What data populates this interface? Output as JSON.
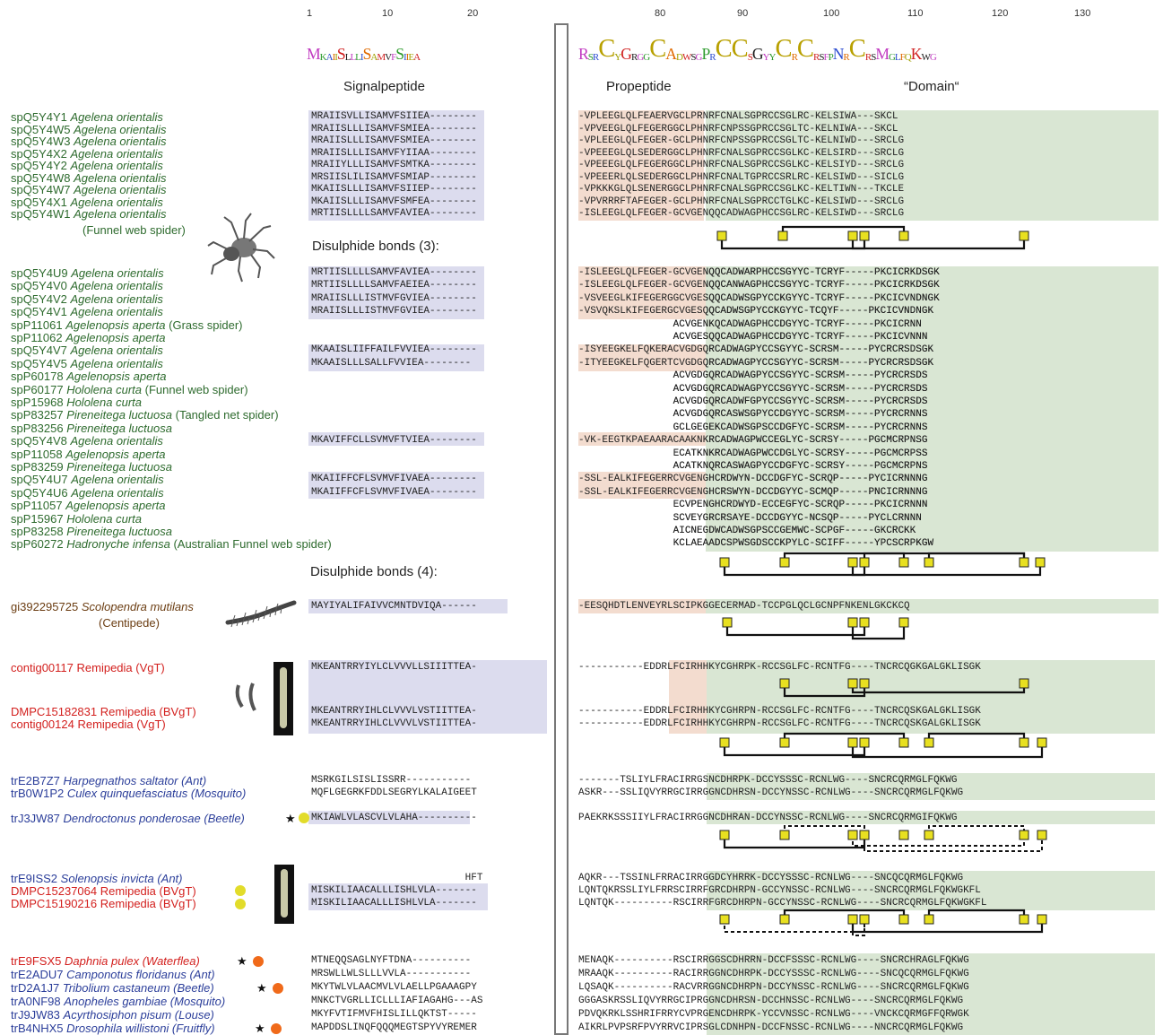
{
  "ruler_left": [
    "1",
    "10",
    "20"
  ],
  "ruler_right": [
    "80",
    "90",
    "100",
    "110",
    "120",
    "130"
  ],
  "headers": {
    "signal": "Signalpeptide",
    "pro": "Propeptide",
    "domain": "“Domain“"
  },
  "notes": {
    "bonds3": "Disulphide bonds (3):",
    "bonds4": "Disulphide bonds (4):"
  },
  "logo_left": "MKAIISLLLISAMVFSIIEA",
  "logo_right": "RSRCYGRGGCADWSGPRCCSGYYCRCRSFPNRCRSMGLFQKWG",
  "groups": {
    "g1_labels": [
      {
        "id": "spQ5Y4Y1",
        "sp": "Agelena orientalis",
        "c": "green"
      },
      {
        "id": "spQ5Y4W5",
        "sp": "Agelena orientalis",
        "c": "green"
      },
      {
        "id": "spQ5Y4W3",
        "sp": "Agelena orientalis",
        "c": "green"
      },
      {
        "id": "spQ5Y4X2",
        "sp": "Agelena orientalis",
        "c": "green"
      },
      {
        "id": "spQ5Y4Y2",
        "sp": "Agelena orientalis",
        "c": "green"
      },
      {
        "id": "spQ5Y4W8",
        "sp": "Agelena orientalis",
        "c": "green"
      },
      {
        "id": "spQ5Y4W7",
        "sp": "Agelena orientalis",
        "c": "green"
      },
      {
        "id": "spQ5Y4X1",
        "sp": "Agelena orientalis",
        "c": "green"
      },
      {
        "id": "spQ5Y4W1",
        "sp": "Agelena orientalis",
        "c": "green"
      }
    ],
    "g1_common": "(Funnel web spider)",
    "g1_left": [
      "MRAIISVLLISAMVFSIIEA--------",
      "MRAIISLLLISAMVFSMIEA--------",
      "MRAIISLLLISAMVFSMIEA--------",
      "MRAIISLLLISAMVFYIIAA--------",
      "MRAIIYLLLISAMVFSMTKA--------",
      "MRSIISLILISAMVFSMIAP--------",
      "MKAIISLLLISAMVFSIIEP--------",
      "MKAIISLLLISAMVFSMFEA--------",
      "MRTIISLLLLSAMVFAVIEA--------"
    ],
    "g1_right": [
      "-VPLEEGLQLFEAERVGCLPRNRFCNALSGPRCCSGLRC-KELSIWA---SKCL",
      "-VPVEEGLQLFEGERGGCLPHNRFCNPSSGPRCCSGLTC-KELNIWA---SKCL",
      "-VPLEEGLQLFEGER-GCLPHNRFCNPSSGPRCCSGLTC-KELNIWD---SRCLG",
      "-VPEEEGLQLSEDERGGCLPHNRFCNALSGPRCCSGLKC-KELSIRD---SRCLG",
      "-VPEEEGLQLFEGERGGCLPHNRFCNALSGPRCCSGLKC-KELSIYD---SRCLG",
      "-VPEEERLQLSEDERGGCLPHNRFCNALTGPRCCSRLRC-KELSIWD---SICLG",
      "-VPKKKGLQLSENERGGCLPHNRFCNALSGPRCCSGLKC-KELTIWN---TKCLE",
      "-VPVRRRFTAFEGER-GCLPHNRFCNALSGPRCCTGLKC-KELSIWD---SRCLG",
      "-ISLEEGLQLFEGER-GCVGENQQCADWAGPHCCSGLRC-KELSIWD---SRCLG"
    ],
    "g2_labels": [
      {
        "id": "spQ5Y4U9",
        "sp": "Agelena orientalis",
        "c": "green"
      },
      {
        "id": "spQ5Y4V0",
        "sp": "Agelena orientalis",
        "c": "green"
      },
      {
        "id": "spQ5Y4V2",
        "sp": "Agelena orientalis",
        "c": "green"
      },
      {
        "id": "spQ5Y4V1",
        "sp": "Agelena orientalis",
        "c": "green"
      },
      {
        "id": "spP11061",
        "sp": "Agelenopsis aperta",
        "extra": "(Grass spider)",
        "c": "green"
      },
      {
        "id": "spP11062",
        "sp": "Agelenopsis aperta",
        "c": "green"
      },
      {
        "id": "spQ5Y4V7",
        "sp": "Agelena orientalis",
        "c": "green"
      },
      {
        "id": "spQ5Y4V5",
        "sp": "Agelena orientalis",
        "c": "green"
      },
      {
        "id": "spP60178",
        "sp": "Agelenopsis aperta",
        "c": "green"
      },
      {
        "id": "spP60177",
        "sp": "Hololena curta",
        "extra": "(Funnel web spider)",
        "c": "green"
      },
      {
        "id": "spP15968",
        "sp": "Hololena curta",
        "c": "green"
      },
      {
        "id": "spP83257",
        "sp": "Pireneitega luctuosa",
        "extra": "(Tangled net spider)",
        "c": "green"
      },
      {
        "id": "spP83256",
        "sp": "Pireneitega luctuosa",
        "c": "green"
      },
      {
        "id": "spQ5Y4V8",
        "sp": "Agelena orientalis",
        "c": "green"
      },
      {
        "id": "spP11058",
        "sp": "Agelenopsis aperta",
        "c": "green"
      },
      {
        "id": "spP83259",
        "sp": "Pireneitega luctuosa",
        "c": "green"
      },
      {
        "id": "spQ5Y4U7",
        "sp": "Agelena orientalis",
        "c": "green"
      },
      {
        "id": "spQ5Y4U6",
        "sp": "Agelena orientalis",
        "c": "green"
      },
      {
        "id": "spP11057",
        "sp": "Agelenopsis aperta",
        "c": "green"
      },
      {
        "id": "spP15967",
        "sp": "Hololena curta",
        "c": "green"
      },
      {
        "id": "spP83258",
        "sp": "Pireneitega luctuosa",
        "c": "green"
      },
      {
        "id": "spP60272",
        "sp": "Hadronyche infensa",
        "extra": "(Australian Funnel web spider)",
        "c": "green"
      }
    ],
    "g2_left": [
      "MRTIISLLLLSAMVFAVIEA--------",
      "MRTIISLLLLSAMVFAEIEA--------",
      "MRAIISLLLISTMVFGVIEA--------",
      "MRAIISLLLISTMVFGVIEA--------",
      "",
      "",
      "MKAAISLIIFFAILFVVIEA--------",
      "MKAAISLLLSALLFVVIEA--------",
      "",
      "",
      "",
      "",
      "",
      "MKAVIFFCLLSVMVFTVIEA--------",
      "",
      "",
      "MKAIIFFCFLSVMVFIVAEA--------",
      "MKAIIFFCFLSVMVFIVAEA--------",
      "",
      "",
      "",
      ""
    ],
    "g2_right": [
      "-ISLEEGLQLFEGER-GCVGENQQCADWARPHCCSGYYC-TCRYF-----PKCICRKDSGK",
      "-ISLEEGLQLFEGER-GCVGENQQCANWAGPHCCSGYYC-TCRYF-----PKCICRKDSGK",
      "-VSVEEGLKIFEGERGGCVGESQQCADWSGPYCCKGYYC-TCRYF-----PKCICVNDNGK",
      "-VSVQKSLKIFEGERGCVGESQQCADWSGPYCCKGYYC-TCQYF-----PKCICVNDNGK",
      "                ACVGENKQCADWAGPHCCDGYYC-TCRYF-----PKCICRNN",
      "                ACVGESQQCADWAGPHCCDGYYC-TCRYF-----PKCICVNNN",
      "-ISYEEGKELFQKERACVGDGQRCADWAGPYCCSGYYC-SCRSM-----PYCRCRSDSGK",
      "-ITYEEGKELFQGERTCVGDGQRCADWAGPYCCSGYYC-SCRSM-----PYCRCRSDSGK",
      "                ACVGDGQRCADWAGPYCCSGYYC-SCRSM-----PYCRCRSDS",
      "                ACVGDGQRCADWAGPYCCSGYYC-SCRSM-----PYCRCRSDS",
      "                ACVGDGQRCADWFGPYCCSGYYC-SCRSM-----PYCRCRSDS",
      "                ACVGDGQRCASWSGPYCCDGYYC-SCRSM-----PYCRCRNNS",
      "                GCLGEGEKCADWSGPSCCDGFYC-SCRSM-----PYCRCRNNS",
      "-VK-EEGTKPAEAARACAAKNKRCADWAGPWCCEGLYC-SCRSY-----PGCMCRPNSG",
      "                ECATKNKRCADWAGPWCCDGLYC-SCRSY-----PGCMCRPSS",
      "                ACATKNQRCASWAGPYCCDGFYC-SCRSY-----PGCMCRPNS",
      "-SSL-EALKIFEGERRCVGENGHCRDWYN-DCCDGFYC-SCRQP-----PYCICRNNNG",
      "-SSL-EALKIFEGERRCVGENGHCRSWYN-DCCDGYYC-SCMQP-----PNCICRNNNG",
      "                ECVPENGHCRDWYD-ECCEGFYC-SCRQP-----PKCICRNNN",
      "                SCVEYGRCRSAYE-DCCDGYYC-NCSQP-----PYCLCRNNN",
      "                AICNEGDWCADWSGPSCCGEMWC-SCPGF-----GKCRCKK",
      "                KCLAEAADCSPWSGDSCCKPYLC-SCIFF-----YPCSCRPKGW"
    ],
    "g3_label": {
      "id": "gi392295725",
      "sp": "Scolopendra mutilans",
      "common": "(Centipede)",
      "c": "brown"
    },
    "g3_left": "MAYIYALIFAIVVCMNTDVIQA------",
    "g3_right": "-EESQHDTLENVEYRLSCIPKGGECERMAD-TCCPGLQCLGCNPFNKENLGKCKCQ",
    "g4_labels": [
      {
        "id": "contig00117",
        "sp": "Remipedia (VgT)",
        "c": "red",
        "plain": true
      },
      {
        "id": "DMPC15182831",
        "sp": "Remipedia (BVgT)",
        "c": "red",
        "plain": true
      },
      {
        "id": "contig00124",
        "sp": "Remipedia (VgT)",
        "c": "red",
        "plain": true
      }
    ],
    "g4_left": [
      "MKEANTRRYIYLCLVVVLLSIIITTEA-",
      "MKEANTRRYIHLCLVVVLVSTIITTEA-",
      "MKEANTRRYIHLCLVVVLVSTIITTEA-"
    ],
    "g4_right": [
      "-----------EDDRLFCIRHHKYCGHRPK-RCCSGLFC-RCNTFG----TNCRCQGKGALGKLISGK",
      "-----------EDDRLFCIRHHKYCGHRPN-RCCSGLFC-RCNTFG----TNCRCQSKGALGKLISGK",
      "-----------EDDRLFCIRHHKYCGHRPN-RCCSGLFC-RCNTFG----TNCRCQSKGALGKLISGK"
    ],
    "g5_labels": [
      {
        "id": "trE2B7Z7",
        "sp": "Harpegnathos saltator (Ant)",
        "c": "blue"
      },
      {
        "id": "trB0W1P2",
        "sp": "Culex quinquefasciatus (Mosquito)",
        "c": "blue"
      },
      {
        "id": "trJ3JW87",
        "sp": "Dendroctonus ponderosae (Beetle)",
        "c": "blue"
      }
    ],
    "g5_left": [
      "MSRKGILSISLISSRR-----------",
      "MQFLGEGRKFDDLSEGRYLKALAIGEET",
      "MKIAWLVLASCVLVLAHA----------"
    ],
    "g5_right": [
      "-------TSLIYLFRACIRRGSNCDHRPK-DCCYSSSC-RCNLWG----SNCRCQRMGLFQKWG",
      "ASKR---SSLIQVYRRGCIRRGGNCDHRSN-DCCYNSSC-RCNLWG----SNCRCQRMGLFQKWG",
      "PAEKRKSSSIIYLFRACIRRGGNCDHRAN-DCCYNSSC-RCNLWG----SNCRCQRMGIFQKWG"
    ],
    "g6_labels": [
      {
        "id": "trE9ISS2",
        "sp": "Solenopsis invicta (Ant)",
        "c": "blue"
      },
      {
        "id": "DMPC15237064",
        "sp": "Remipedia (BVgT)",
        "c": "red",
        "plain": true
      },
      {
        "id": "DMPC15190216",
        "sp": "Remipedia (BVgT)",
        "c": "red",
        "plain": true
      }
    ],
    "g6_left": [
      "                          HFT",
      "MISKILIAACALLLISHLVLA-------",
      "MISKILIAACALLLISHLVLA-------"
    ],
    "g6_right": [
      "AQKR---TSSINLFRRACIRRGGDCYHRRK-DCCYSSSC-RCNLWG----SNCQCQRMGLFQKWG",
      "LQNTQKRSSLIYLFRRSCIRRFGRCDHRPN-GCCYNSSC-RCNLWG----SNCRCQRMGLFQKWGKFL",
      "LQNTQK----------RSCIRRFGRCDHRPN-GCCYNSSC-RCNLWG----SNCRCQRMGLFQKWGKFL"
    ],
    "g7_labels": [
      {
        "id": "trE9FSX5",
        "sp": "Daphnia pulex (Waterflea)",
        "c": "red"
      },
      {
        "id": "trE2ADU7",
        "sp": "Camponotus floridanus (Ant)",
        "c": "blue"
      },
      {
        "id": "trD2A1J7",
        "sp": "Tribolium castaneum (Beetle)",
        "c": "blue"
      },
      {
        "id": "trA0NF98",
        "sp": "Anopheles gambiae (Mosquito)",
        "c": "blue"
      },
      {
        "id": "trJ9JW83",
        "sp": "Acyrthosiphon pisum (Louse)",
        "c": "blue"
      },
      {
        "id": "trB4NHX5",
        "sp": "Drosophila willistoni (Fruitfly)",
        "c": "blue"
      }
    ],
    "g7_left": [
      "MTNEQQSAGLNYFTDNA----------",
      "MRSWLLWLSLLLVVLA-----------",
      "MKYTWLVLAACMVLVLAELLPGAAAGPY",
      "MNKCTVGRLLICLLLIAFIAGAHG---AS",
      "MKYFVTIFMVFHISLILLQKTST-----",
      "MAPDDSLINQFQQQMEGTSPYVYREMER"
    ],
    "g7_right": [
      "MENAQK----------RSCIRRGGSCDHRRN-DCCFSSSC-RCNLWG----SNCRCHRAGLFQKWG",
      "MRAAQK----------RACIRRGGNCDHRPK-DCCYSSSC-RCNLWG----SNCQCQRMGLFQKWG",
      "LQSAQK----------RACVRRGGNCDHRPN-DCCYNSSC-RCNLWG----SNCRCQRMGLFQKWG",
      "GGGASKRSSLIQVYRRGCIPRGGNCDHRSN-DCCHNSSC-RCNLWG----SNCRCQRMGLFQKWG",
      "PDVQKRKLSSHRIFRRYCVPRGENCDHRPK-YCCVNSSC-RCNLWG----VNCKCQRMGFFQRWGK",
      "AIKRLPVPSRFPVYRRVCIPRSGLCDNHPN-DCCFNSSC-RCNLWG----NNCRCQRMGLFQKWG"
    ]
  }
}
